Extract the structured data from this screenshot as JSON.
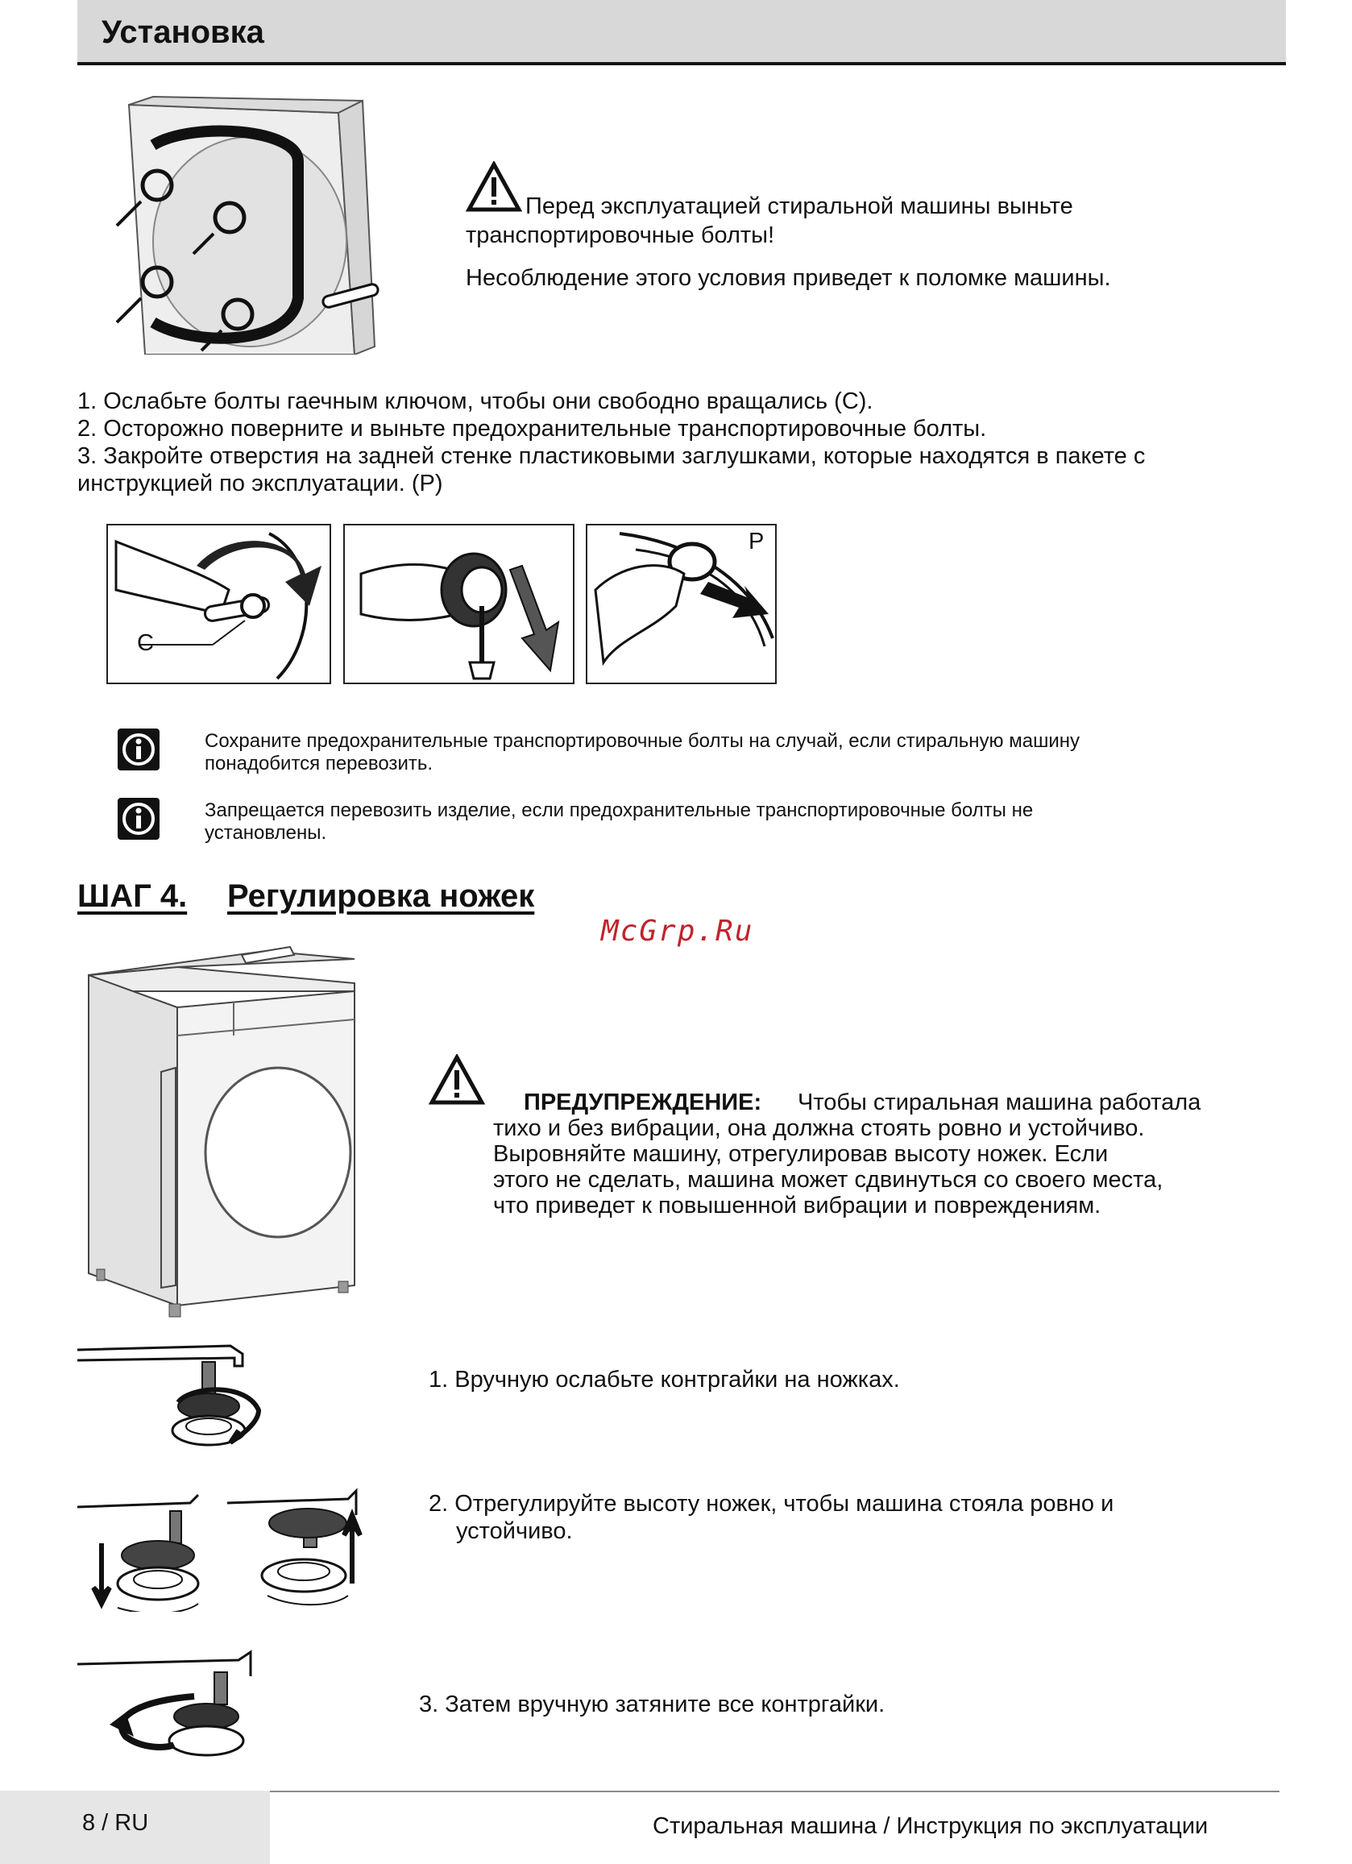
{
  "header": {
    "title": "Установка"
  },
  "warning1": {
    "line1": "Перед эксплуатацией стиральной машины выньте",
    "line2": "транспортировочные болты!",
    "line3": "Несоблюдение этого условия приведет к поломке машины."
  },
  "steps_bolts": [
    "1. Ослабьте болты гаечным ключом, чтобы они свободно вращались (C).",
    "2. Осторожно поверните и выньте предохранительные транспортировочные болты.",
    "3. Закройте отверстия на задней стенке пластиковыми заглушками, которые находятся в пакете с",
    "инструкцией по эксплуатации. (P)"
  ],
  "figure_labels": {
    "c": "C",
    "p": "P"
  },
  "info": [
    {
      "line1": "Сохраните предохранительные транспортировочные болты на случай, если стиральную машину",
      "line2": "понадобится перевозить."
    },
    {
      "line1": "Запрещается перевозить изделие, если предохранительные транспортировочные болты не",
      "line2": "установлены."
    }
  ],
  "step4": {
    "number": "ШАГ 4.",
    "title": "Регулировка ножек"
  },
  "watermark": "McGrp.Ru",
  "warning2": {
    "label": "ПРЕДУПРЕЖДЕНИЕ:",
    "line1": "Чтобы стиральная машина работала",
    "line2": "тихо и без вибрации, она должна стоять ровно и устойчиво.",
    "line3": "Выровняйте машину, отрегулировав высоту ножек. Если",
    "line4": "этого не сделать, машина может сдвинуться со своего места,",
    "line5": "что приведет к повышенной вибрации и повреждениям."
  },
  "feet_steps": {
    "s1": "1. Вручную ослабьте контргайки на ножках.",
    "s2a": "2. Отрегулируйте высоту ножек, чтобы машина стояла ровно и",
    "s2b": "устойчиво.",
    "s3": "3. Затем вручную затяните все контргайки."
  },
  "footer": {
    "page": "8 / RU",
    "doc": "Стиральная машина /  Инструкция по эксплуатации"
  }
}
